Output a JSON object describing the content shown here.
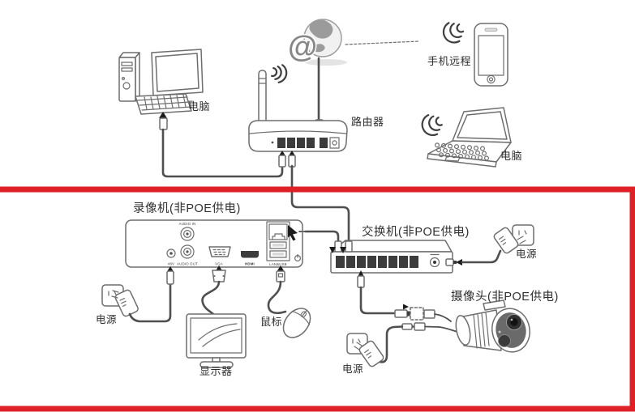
{
  "colors": {
    "frame-red": "#dd2127",
    "line": "#6e6e6e",
    "cable": "#4f4f4f",
    "dark-fill": "#3c3c3c",
    "label-color": "#2f2f2f"
  },
  "labels": {
    "pc_desktop": "电脑",
    "router": "路由器",
    "phone_remote": "手机远程",
    "pc_laptop": "电脑",
    "nvr": "录像机(非POE供电)",
    "switch": "交换机(非POE供电)",
    "camera": "摄像头(非POE供电)",
    "power_nvr": "电源",
    "monitor": "显示器",
    "mouse": "鼠标",
    "power_switch": "电源",
    "power_camera": "电源"
  },
  "nvr_ports": {
    "audio_in": "AUDIO IN",
    "dc_48v": "48V",
    "audio_out": "AUDIO OUT",
    "vga": "VGA",
    "hdmi": "HDMI",
    "lan_usb": "LAN&USB"
  },
  "icons": {
    "internet_at": "@"
  }
}
